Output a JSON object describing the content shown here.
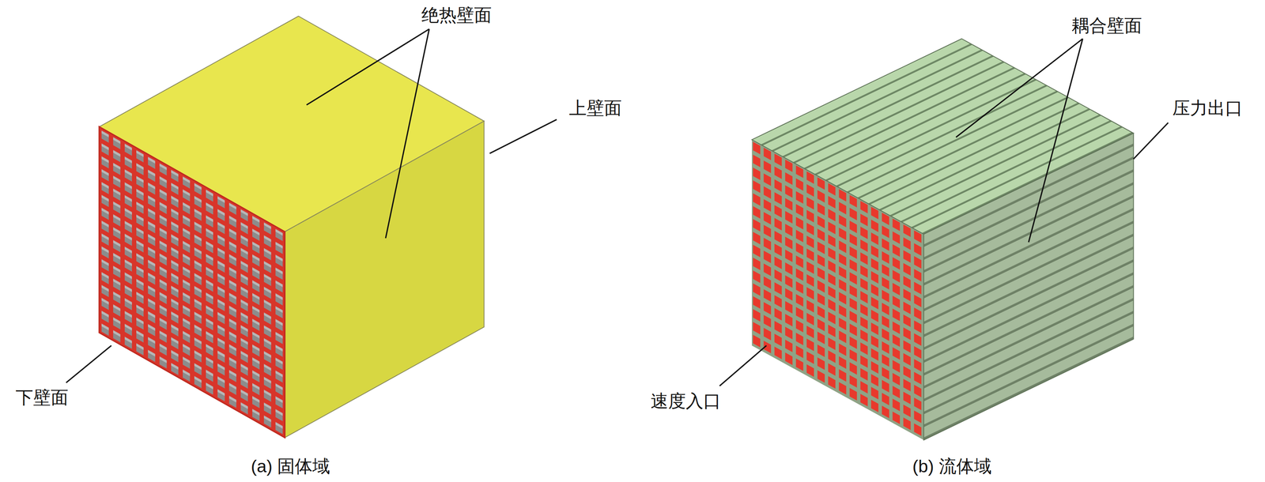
{
  "diagram": {
    "labels": [
      "绝热壁面",
      "上壁面",
      "下壁面",
      "(a) 固体域",
      "耦合壁面",
      "压力出口",
      "速度入口",
      "(b) 流体域"
    ]
  }
}
